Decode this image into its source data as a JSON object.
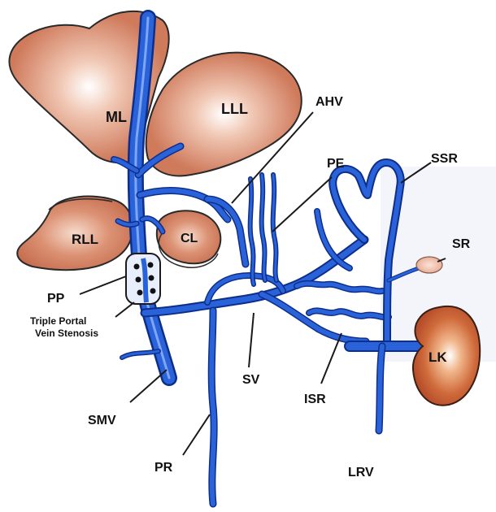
{
  "labels": {
    "ML": "ML",
    "LLL": "LLL",
    "RLL": "RLL",
    "CL": "CL",
    "LK": "LK",
    "AHV": "AHV",
    "PE": "PE",
    "SSR": "SSR",
    "SR": "SR",
    "PP": "PP",
    "triple_line1": "Triple Portal",
    "triple_line2": "Vein Stenosis",
    "SMV": "SMV",
    "SV": "SV",
    "ISR": "ISR",
    "PR": "PR",
    "LRV": "LRV"
  },
  "colors": {
    "organ_fill": "#d9876a",
    "organ_outline": "#2a2a2a",
    "vein_blue": "#2a63d9",
    "vein_outline": "#0d2e8a",
    "highlight": "#ffffff"
  }
}
